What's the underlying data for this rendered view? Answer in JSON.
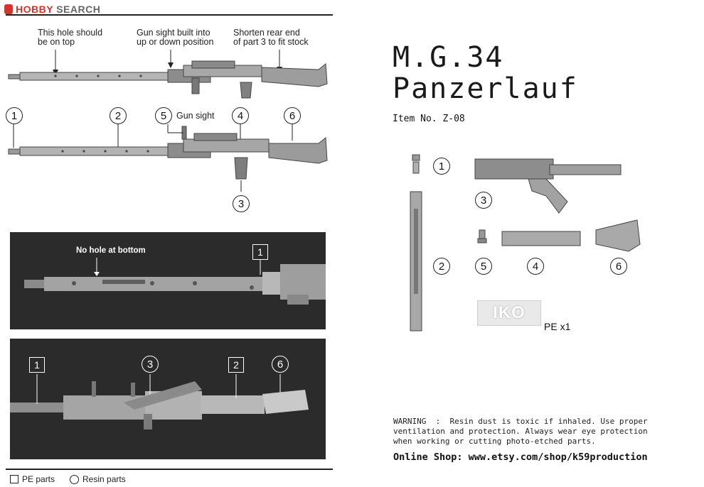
{
  "watermark": {
    "brand_a": "HOBBY",
    "brand_b": "SEARCH"
  },
  "notes": {
    "hole_top": "This hole should\nbe on top",
    "gun_sight_pos": "Gun sight built into\nup or down position",
    "shorten": "Shorten rear end\nof part 3 to fit stock",
    "gun_sight": "Gun sight",
    "no_hole": "No hole at bottom"
  },
  "callouts": {
    "c1": "1",
    "c2": "2",
    "c3": "3",
    "c4": "4",
    "c5": "5",
    "c6": "6"
  },
  "photo_labels": {
    "p1_sq1": "1",
    "p2_sq1": "1",
    "p2_c3": "3",
    "p2_sq2": "2",
    "p2_c6": "6"
  },
  "title": {
    "line1": "M.G.34",
    "line2": "Panzerlauf",
    "item": "Item No. Z-08"
  },
  "parts": {
    "p1": "1",
    "p2": "2",
    "p3": "3",
    "p4": "4",
    "p5": "5",
    "p6": "6",
    "pe_count": "PE x1",
    "pe_logo": "IKO"
  },
  "warning": "WARNING  :  Resin dust is toxic if inhaled. Use proper\nventilation and protection. Always wear eye protection\nwhen working or cutting photo-etched parts.",
  "shop": "Online Shop: www.etsy.com/shop/k59production",
  "legend": {
    "pe": "PE parts",
    "resin": "Resin parts"
  },
  "colors": {
    "accent": "#d9322a",
    "photo_bg": "#2b2b2b"
  }
}
